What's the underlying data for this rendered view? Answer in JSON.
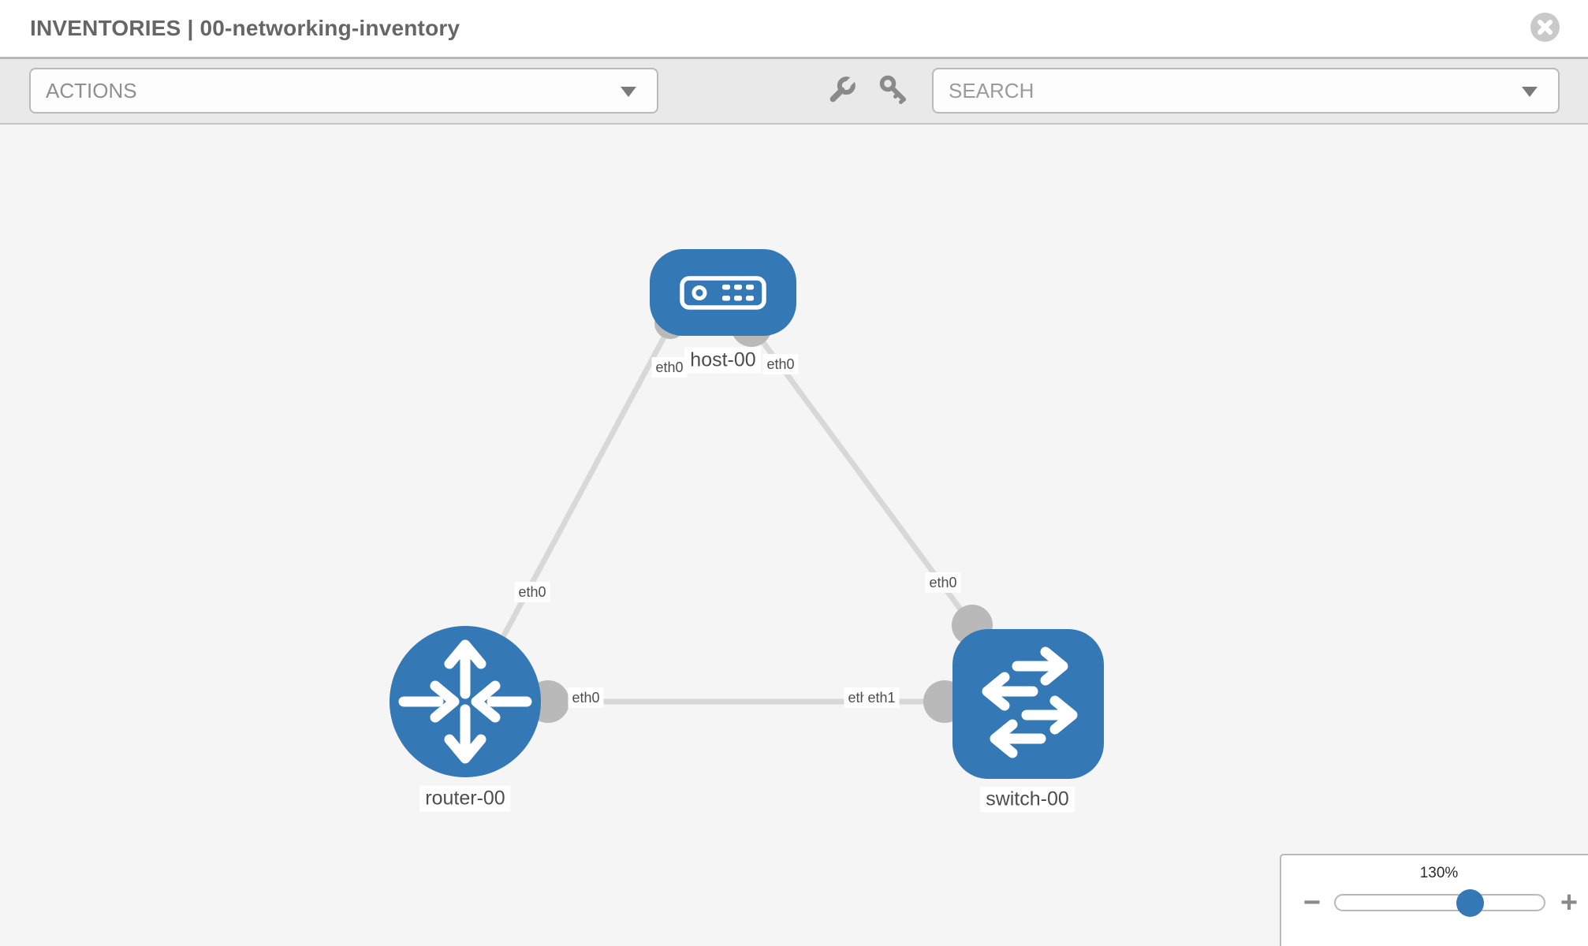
{
  "header": {
    "title": "INVENTORIES | 00-networking-inventory"
  },
  "toolbar": {
    "actions_label": "ACTIONS",
    "search_label": "SEARCH",
    "wrench_icon": "wrench",
    "key_icon": "key"
  },
  "topology": {
    "nodes": [
      {
        "label": "host-00",
        "type": "host"
      },
      {
        "label": "router-00",
        "type": "router"
      },
      {
        "label": "switch-00",
        "type": "switch"
      }
    ],
    "interface_labels": [
      {
        "text": "eth0",
        "near": "host-00 left"
      },
      {
        "text": "eth0",
        "near": "host-00 right"
      },
      {
        "text": "eth0",
        "near": "host-router link"
      },
      {
        "text": "eth0",
        "near": "host-switch link"
      },
      {
        "text": "eth0",
        "near": "router-00"
      },
      {
        "text": "eth0",
        "near": "switch-00 (partially covered)"
      },
      {
        "text": "eth1",
        "near": "switch-00"
      }
    ],
    "links": [
      {
        "from": "host-00",
        "from_if": "eth0",
        "to": "router-00",
        "to_if": "eth0"
      },
      {
        "from": "host-00",
        "from_if": "eth0",
        "to": "switch-00",
        "to_if": "eth0"
      },
      {
        "from": "router-00",
        "from_if": "eth0",
        "to": "switch-00",
        "to_if": "eth1"
      }
    ]
  },
  "zoom": {
    "percent": "130%",
    "minus_label": "−",
    "plus_label": "+"
  },
  "colors": {
    "node_blue": "#3478b5",
    "link_gray": "#d8d8d8",
    "port_gray": "#b9b9b9",
    "toolbar_bg": "#e9e9e9",
    "canvas_bg": "#f5f5f5"
  }
}
